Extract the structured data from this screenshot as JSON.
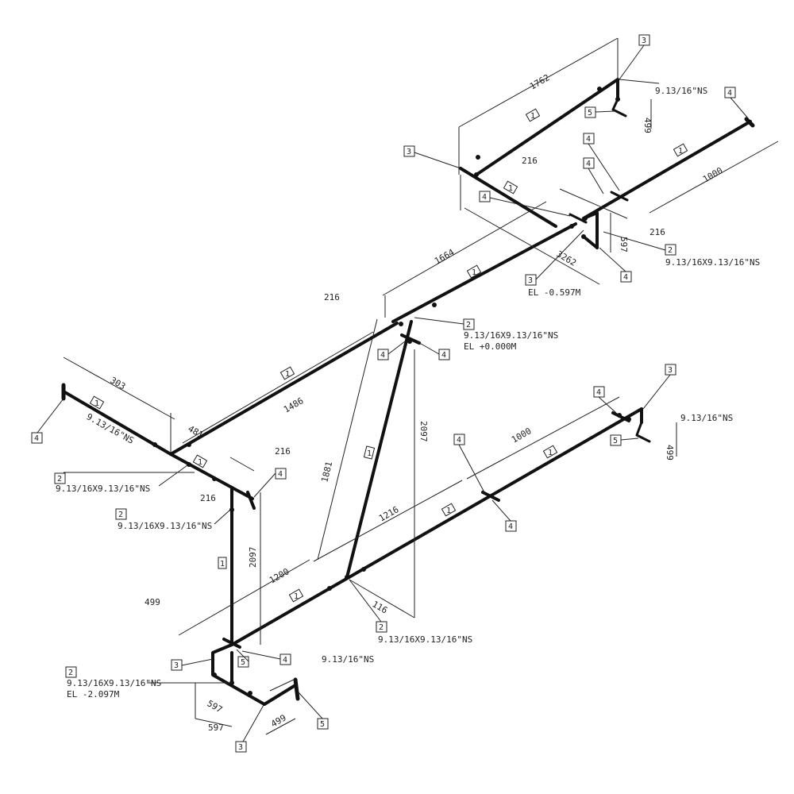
{
  "drawing": {
    "pipe_label_1": "1",
    "tags": {
      "elbow": "2",
      "tee": "3",
      "flange": "4",
      "support": "5"
    },
    "specs": {
      "ns": "9.13/16\"NS",
      "reducer": "9.13/16X9.13/16\"NS"
    },
    "elevations": {
      "el_top": "EL +0.000M",
      "el_mid": "EL -0.597M",
      "el_bottom": "EL -2.097M"
    },
    "dimensions": {
      "d1762": "1762",
      "d499_top": "499",
      "d1000_top": "1000",
      "d216_a": "216",
      "d216_b": "216",
      "d597_top": "597",
      "d3262": "3262",
      "d1664": "1664",
      "d216_c": "216",
      "d2097_mid": "2097",
      "d303": "303",
      "d481": "481",
      "d1486": "1486",
      "d216_d": "216",
      "d216_e": "216",
      "d1881": "1881",
      "d2097_left": "2097",
      "d1000_right": "1000",
      "d499_right": "499",
      "d1216": "1216",
      "d1200": "1200",
      "d116": "116",
      "d499_low": "499",
      "d597_low_a": "597",
      "d597_low_b": "597",
      "d499_bottom": "499"
    }
  }
}
